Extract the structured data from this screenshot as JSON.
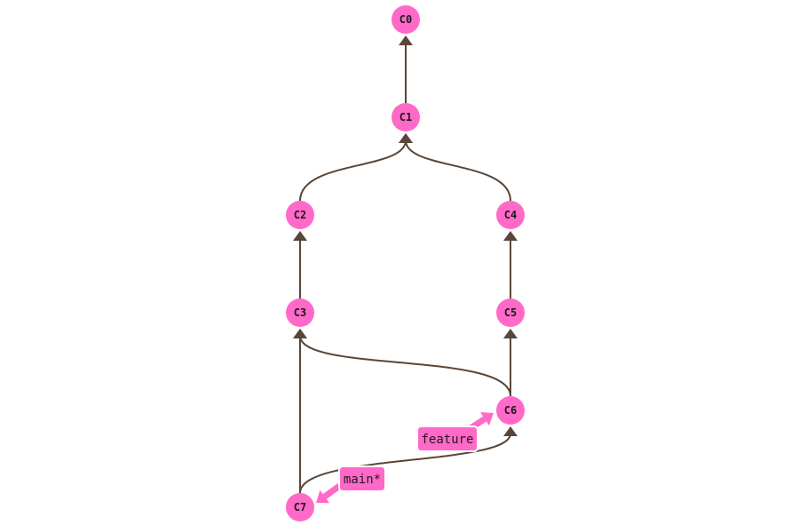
{
  "graph": {
    "commits": [
      {
        "id": "C0",
        "label": "C0"
      },
      {
        "id": "C1",
        "label": "C1"
      },
      {
        "id": "C2",
        "label": "C2"
      },
      {
        "id": "C3",
        "label": "C3"
      },
      {
        "id": "C4",
        "label": "C4"
      },
      {
        "id": "C5",
        "label": "C5"
      },
      {
        "id": "C6",
        "label": "C6"
      },
      {
        "id": "C7",
        "label": "C7"
      }
    ],
    "edges": [
      {
        "from": "C1",
        "to": "C0"
      },
      {
        "from": "C2",
        "to": "C1"
      },
      {
        "from": "C4",
        "to": "C1"
      },
      {
        "from": "C3",
        "to": "C2"
      },
      {
        "from": "C5",
        "to": "C4"
      },
      {
        "from": "C6",
        "to": "C5"
      },
      {
        "from": "C6",
        "to": "C3"
      },
      {
        "from": "C7",
        "to": "C3"
      },
      {
        "from": "C7",
        "to": "C6"
      }
    ],
    "branches": [
      {
        "name": "feature",
        "target": "C6"
      },
      {
        "name": "main*",
        "target": "C7"
      }
    ]
  },
  "colors": {
    "node": "#ff69c8",
    "edge": "#5a4638",
    "label_bg": "#ff69c8",
    "label_border": "#ffffff"
  }
}
